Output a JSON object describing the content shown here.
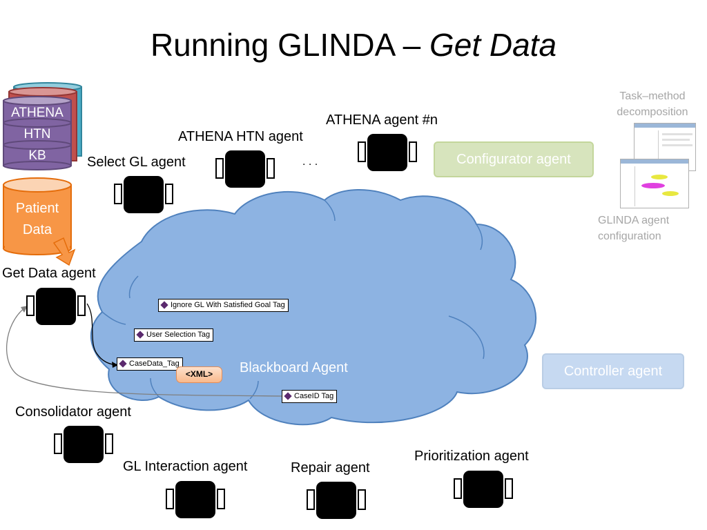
{
  "title": {
    "main": "Running GLINDA – ",
    "emphasis": "Get Data"
  },
  "databases": {
    "kb_lines": [
      "ATHENA",
      "HTN",
      "KB"
    ],
    "patient_lines": [
      "Patient",
      "Data"
    ]
  },
  "agents": {
    "get_data": "Get Data agent",
    "select_gl": "Select GL agent",
    "athena_htn": "ATHENA HTN agent",
    "ellipsis": ". . .",
    "athena_n": "ATHENA agent #n",
    "consolidator": "Consolidator agent",
    "gl_interaction": "GL Interaction agent",
    "repair": "Repair agent",
    "prioritization": "Prioritization agent"
  },
  "configurator": {
    "label": "Configurator agent"
  },
  "controller": {
    "label": "Controller agent"
  },
  "side_notes": {
    "task_method": [
      "Task–method",
      "decomposition"
    ],
    "glinda_config": [
      "GLINDA agent",
      "configuration"
    ]
  },
  "blackboard": {
    "label": "Blackboard Agent",
    "tags": [
      "Ignore GL With Satisfied Goal Tag",
      "User Selection Tag",
      "CaseData_Tag",
      "CaseID Tag"
    ],
    "xml_badge": "<XML>"
  },
  "colors": {
    "cloud_fill": "#8db3e2",
    "cloud_stroke": "#4f81bd",
    "kb_purple": "#8064a2",
    "patient_orange": "#f79646",
    "configurator_green": "#d7e4bd",
    "controller_blue": "#c6d9f1"
  }
}
